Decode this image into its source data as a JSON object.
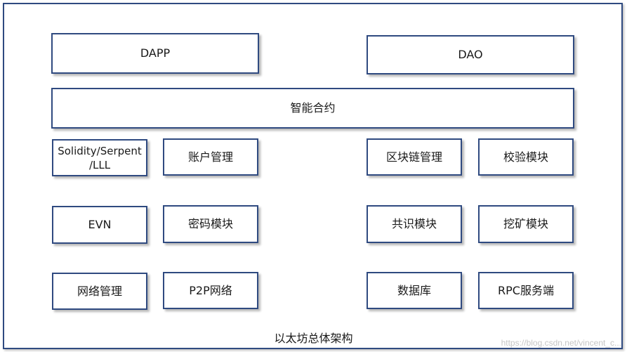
{
  "diagram": {
    "caption": "以太坊总体架构",
    "watermark": "https://blog.csdn.net/vincent_c...",
    "layers": {
      "application": {
        "dapp": "DAPP",
        "dao": "DAO"
      },
      "contract": {
        "label": "智能合约"
      },
      "row1": {
        "languages_line1": "Solidity/Serpent",
        "languages_line2": "/LLL",
        "account": "账户管理",
        "blockchain": "区块链管理",
        "verification": "校验模块"
      },
      "row2": {
        "evm": "EVN",
        "crypto": "密码模块",
        "consensus": "共识模块",
        "mining": "挖矿模块"
      },
      "row3": {
        "network": "网络管理",
        "p2p": "P2P网络",
        "database": "数据库",
        "rpc": "RPC服务端"
      }
    }
  }
}
